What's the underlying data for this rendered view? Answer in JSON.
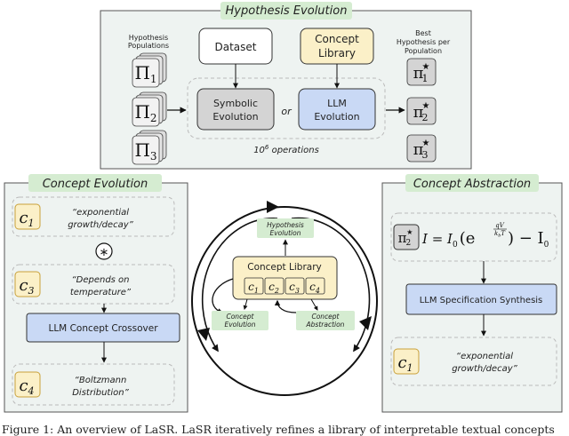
{
  "hypothesis_evolution": {
    "title": "Hypothesis Evolution",
    "populations_label": [
      "Hypothesis",
      "Populations"
    ],
    "best_label": [
      "Best",
      "Hypothesis per",
      "Population"
    ],
    "dataset": "Dataset",
    "concept_library": [
      "Concept",
      "Library"
    ],
    "symbolic_evolution": [
      "Symbolic",
      "Evolution"
    ],
    "or": "or",
    "llm_evolution": [
      "LLM",
      "Evolution"
    ],
    "operations_base": "10",
    "operations_exp": "6",
    "operations_text": " operations",
    "populations": [
      {
        "sym": "Π",
        "sub": "1"
      },
      {
        "sym": "Π",
        "sub": "2"
      },
      {
        "sym": "Π",
        "sub": "3"
      }
    ],
    "best": [
      {
        "sym": "π",
        "sub": "1"
      },
      {
        "sym": "π",
        "sub": "2"
      },
      {
        "sym": "π",
        "sub": "3"
      }
    ]
  },
  "concept_evolution": {
    "title": "Concept Evolution",
    "concepts": [
      {
        "sym": "c",
        "sub": "1",
        "text": [
          "“exponential",
          "growth/decay”"
        ]
      },
      {
        "sym": "c",
        "sub": "3",
        "text": [
          "“Depends on",
          "temperature”"
        ]
      },
      {
        "sym": "c",
        "sub": "4",
        "text": [
          "“Boltzmann",
          "Distribution”"
        ]
      }
    ],
    "crossover_symbol": "⊛",
    "crossover_box": "LLM Concept Crossover"
  },
  "center": {
    "hypothesis_evolution": [
      "Hypothesis",
      "Evolution"
    ],
    "concept_library": "Concept Library",
    "chips": [
      {
        "sym": "c",
        "sub": "1"
      },
      {
        "sym": "c",
        "sub": "2"
      },
      {
        "sym": "c",
        "sub": "3"
      },
      {
        "sym": "c",
        "sub": "4"
      }
    ],
    "concept_evolution": [
      "Concept",
      "Evolution"
    ],
    "concept_abstraction": [
      "Concept",
      "Abstraction"
    ]
  },
  "concept_abstraction": {
    "title": "Concept Abstraction",
    "pi": {
      "sym": "π",
      "sub": "2"
    },
    "equation": {
      "lhs": "I = I",
      "lhs_sub": "0",
      "open": "(e",
      "exp_num": "qV",
      "exp_den": "k",
      "exp_den_sub": "b",
      "exp_den_tail": "T",
      "tail": ") − I",
      "tail_sub": "0"
    },
    "synthesis_box": "LLM Specification Synthesis",
    "result": {
      "sym": "c",
      "sub": "1",
      "text": [
        "“exponential",
        "growth/decay”"
      ]
    }
  },
  "caption": "Figure 1: An overview of LaSR. LaSR iteratively refines a library of interpretable textual concepts",
  "colors": {
    "panel_fill": "#eef3f1",
    "panel_stroke": "#555555",
    "title_fill": "#d5ecd1",
    "gray_box": "#d4d4d4",
    "blue_box": "#c9d9f5",
    "yellow_box": "#fbf0c8",
    "yellow_stroke": "#c9a13a"
  }
}
